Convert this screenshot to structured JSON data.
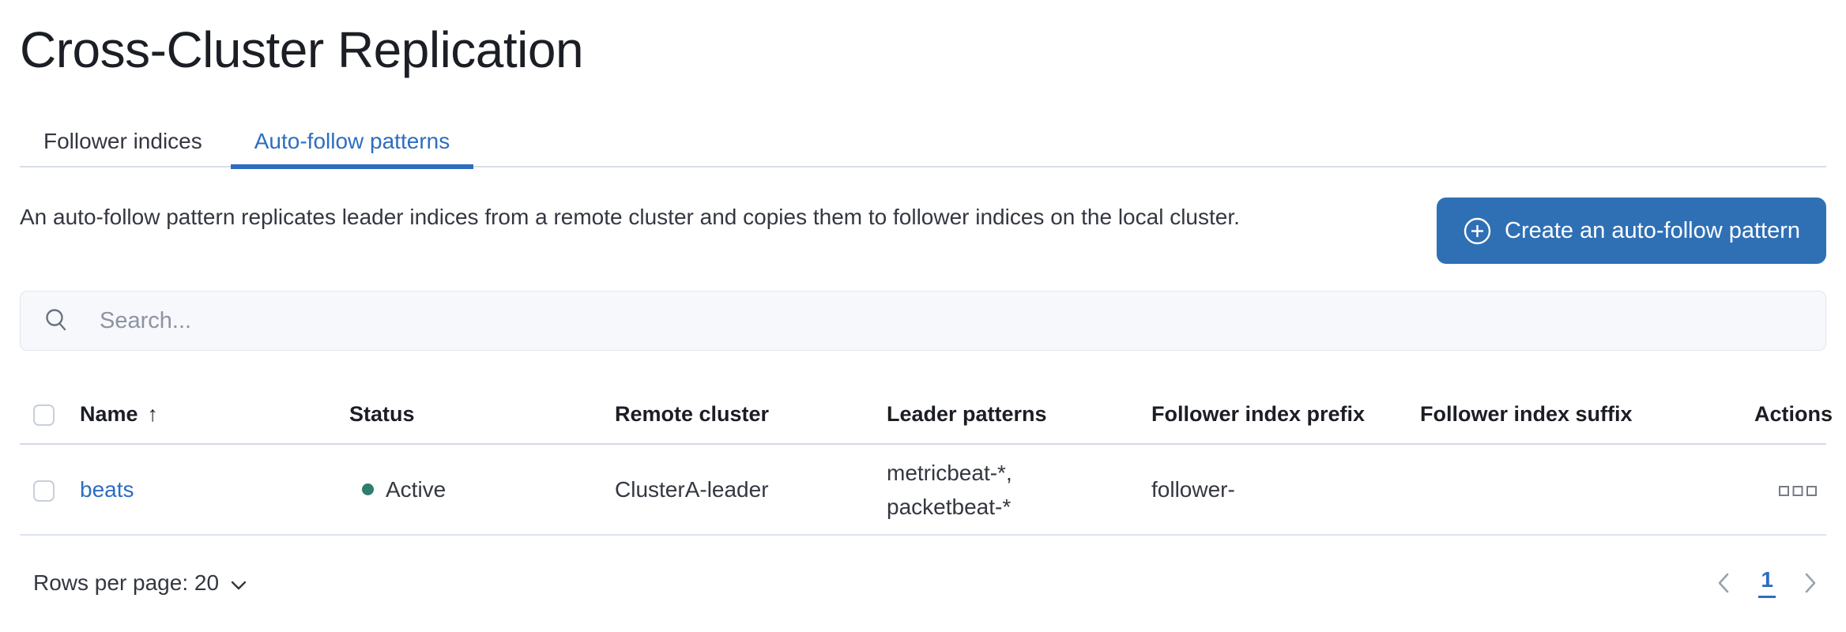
{
  "page": {
    "title": "Cross-Cluster Replication"
  },
  "tabs": [
    {
      "label": "Follower indices",
      "active": false
    },
    {
      "label": "Auto-follow patterns",
      "active": true
    }
  ],
  "intro": {
    "description": "An auto-follow pattern replicates leader indices from a remote cluster and copies them to follower indices on the local cluster.",
    "create_button_label": "Create an auto-follow pattern"
  },
  "search": {
    "placeholder": "Search..."
  },
  "table": {
    "columns": {
      "name": "Name",
      "status": "Status",
      "remote_cluster": "Remote cluster",
      "leader_patterns": "Leader patterns",
      "follower_index_prefix": "Follower index prefix",
      "follower_index_suffix": "Follower index suffix",
      "actions": "Actions"
    },
    "sort": {
      "column": "Name",
      "direction": "ascending",
      "arrow_glyph": "↑"
    },
    "rows": [
      {
        "name": "beats",
        "status": "Active",
        "remote_cluster": "ClusterA-leader",
        "leader_patterns_line1": "metricbeat-*,",
        "leader_patterns_line2": "packetbeat-*",
        "follower_index_prefix": "follower-",
        "follower_index_suffix": ""
      }
    ]
  },
  "footer": {
    "rows_per_page_label": "Rows per page: 20",
    "pagination": {
      "current_page": "1"
    }
  },
  "colors": {
    "accent_blue": "#2d6dc0",
    "button_blue": "#2f70b5",
    "status_active_green": "#2e7d6e",
    "title_text": "#1b1e24",
    "body_text": "#343741",
    "border_gray": "#d9dee8"
  }
}
